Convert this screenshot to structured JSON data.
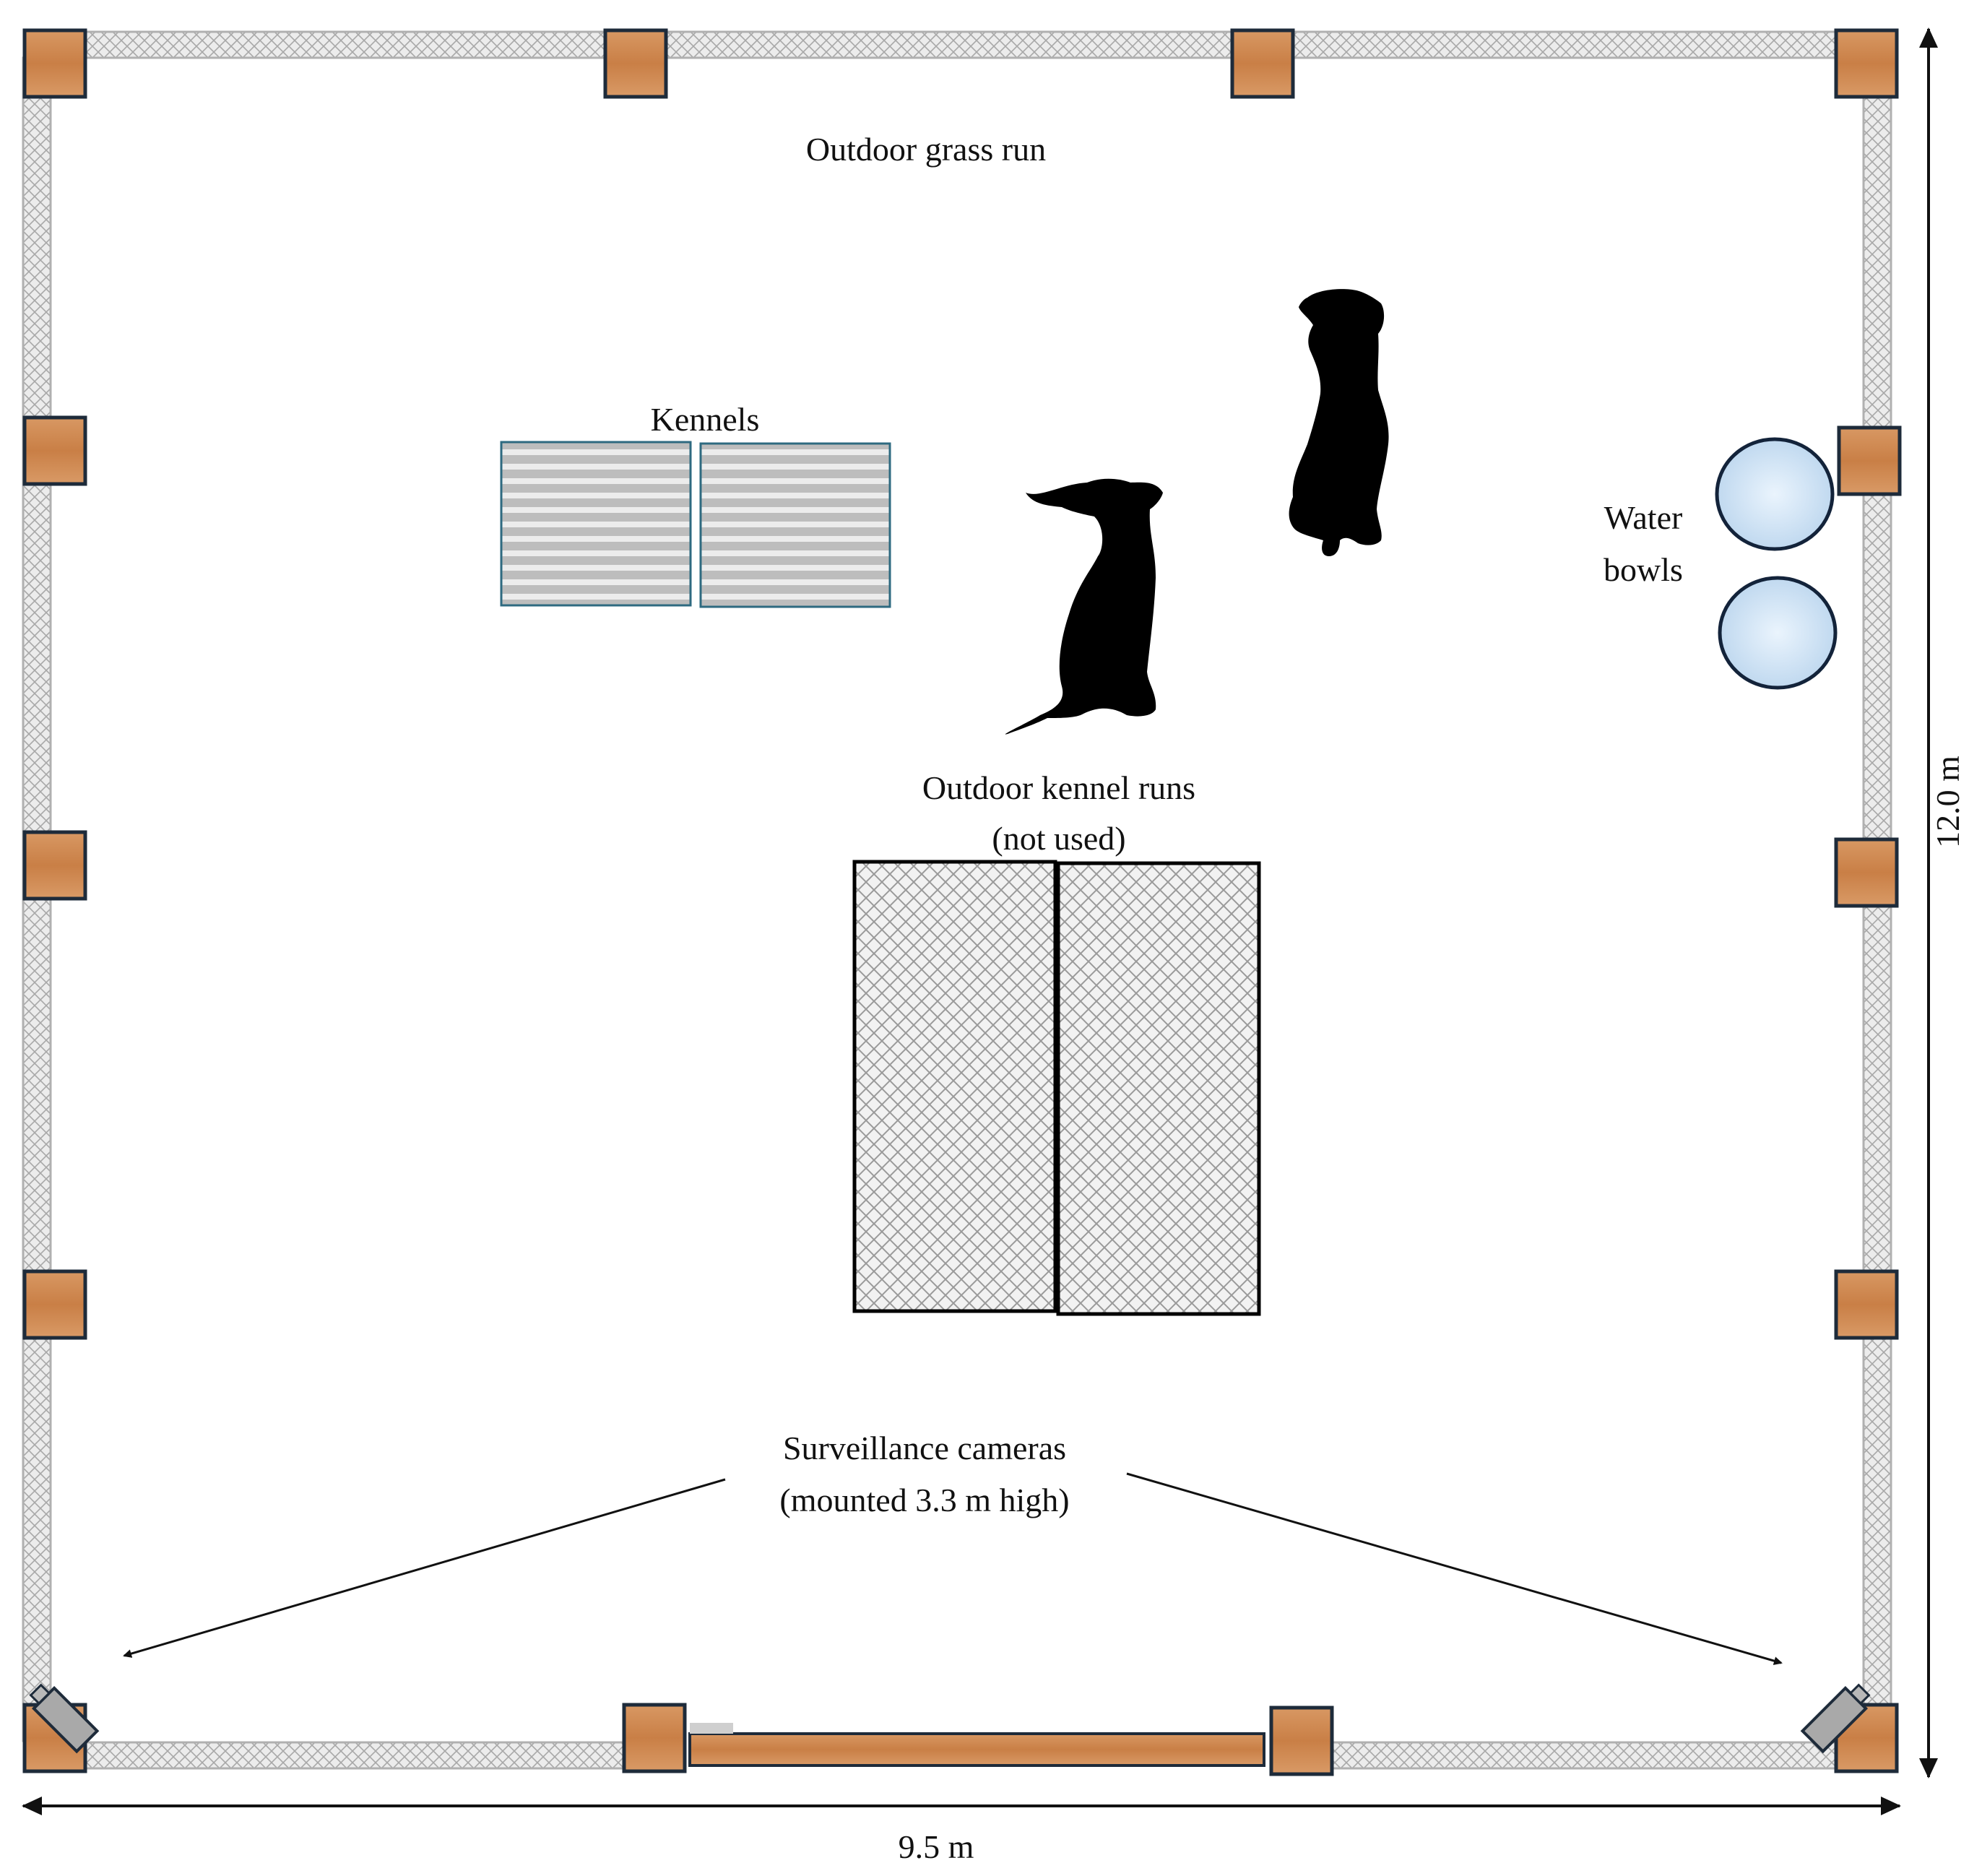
{
  "labels": {
    "grass_run": "Outdoor grass run",
    "kennels": "Kennels",
    "water_line1": "Water",
    "water_line2": "bowls",
    "kennel_runs_line1": "Outdoor kennel runs",
    "kennel_runs_line2": "(not used)",
    "cameras_line1": "Surveillance cameras",
    "cameras_line2": "(mounted 3.3 m high)",
    "dim_height": "12.0 m",
    "dim_width": "9.5 m"
  },
  "colors": {
    "fence_fill": "#e9e9e9",
    "fence_edge": "#b5b5b5",
    "post_fill": "#cf8a55",
    "post_edge": "#1e2b3a",
    "kennel_fill": "#c9c9c9",
    "kennel_stripe": "#efefef",
    "water_fill": "#cfe3f5",
    "camera_fill": "#a9a9a9",
    "dog": "#000000"
  },
  "icons": {
    "dog": "dog-silhouette-icon",
    "camera": "camera-icon",
    "water_bowl": "water-bowl-icon"
  }
}
